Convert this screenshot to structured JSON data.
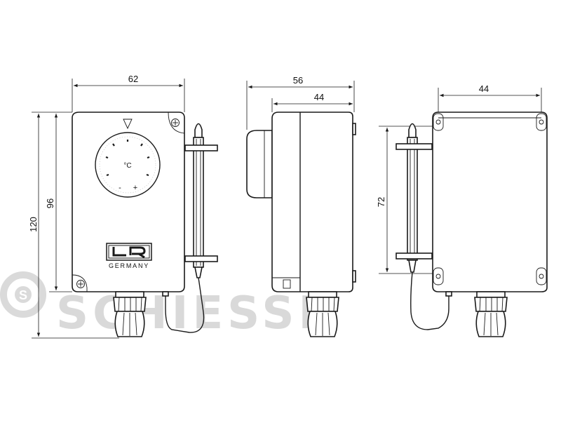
{
  "watermark": {
    "text": "SCHIESSL",
    "mark_symbol": "S"
  },
  "front_view": {
    "width_dim": "62",
    "height_dim_total": "120",
    "height_dim_body": "96",
    "dial_unit": "°C",
    "dial_minus": "-",
    "dial_plus": "+",
    "logo_text": "LR",
    "logo_subtext": "GERMANY"
  },
  "side_view": {
    "depth_dim_total": "56",
    "depth_dim_body": "44"
  },
  "back_view": {
    "width_dim": "44",
    "hole_spacing_dim": "72"
  }
}
